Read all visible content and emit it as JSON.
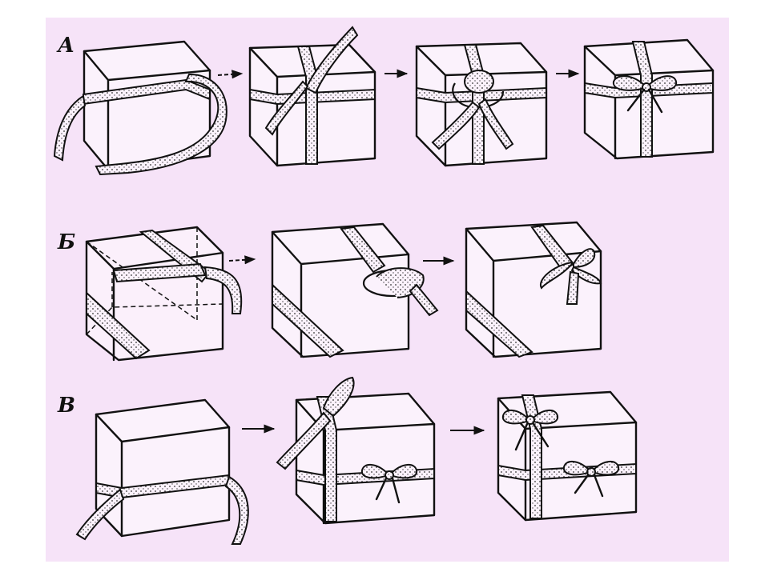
{
  "figure": {
    "rows": [
      {
        "label": "А",
        "steps": 4
      },
      {
        "label": "Б",
        "steps": 3
      },
      {
        "label": "В",
        "steps": 3
      }
    ]
  }
}
